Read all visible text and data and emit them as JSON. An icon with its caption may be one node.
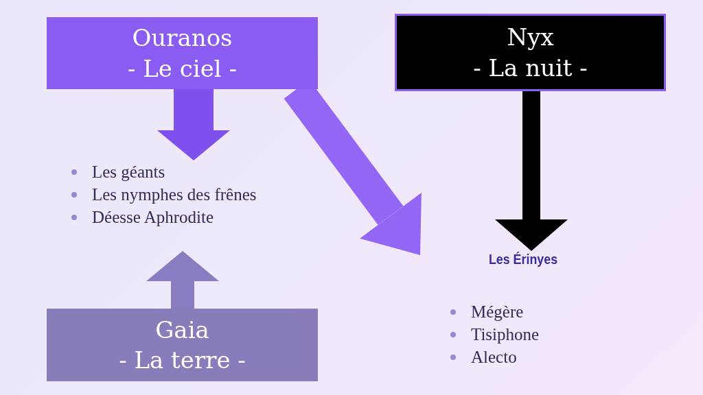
{
  "diagram": {
    "nodes": [
      {
        "text": [
          "Ouranos",
          "- Le ciel -"
        ]
      },
      {
        "text": [
          "Nyx",
          "- La nuit -"
        ]
      },
      {
        "text": [
          "Les géants",
          "Les nymphes des frênes",
          "Déesse Aphrodite"
        ]
      },
      {
        "text": [
          "Gaia",
          "- La terre -"
        ]
      },
      {
        "text": [
          "Les Érinyes",
          "Mégère",
          "Tisiphone",
          "Alecto"
        ]
      }
    ],
    "edges": [
      {
        "from": 0,
        "to": 2,
        "arrow": "to",
        "color": "#7f50ee"
      },
      {
        "from": 3,
        "to": 2,
        "arrow": "to",
        "color": "#8a7cc0"
      },
      {
        "from": 0,
        "to": 4,
        "arrow": "to",
        "color": "#9466f6"
      },
      {
        "from": 1,
        "to": 4,
        "arrow": "to",
        "color": "#000000"
      }
    ]
  }
}
